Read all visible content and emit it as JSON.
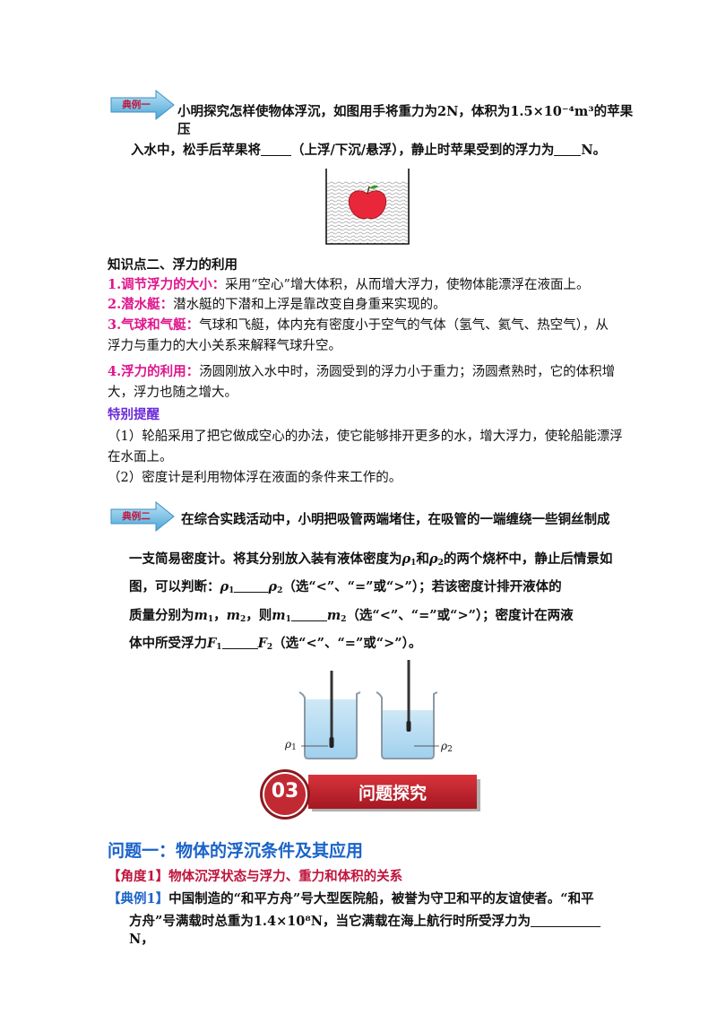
{
  "ex1": {
    "badge": "典例一",
    "line1": "小明探究怎样使物体浮沉，如图用手将重力为2N，体积为1.5×10⁻⁴m³的苹果压",
    "line2a": "入水中，松手后苹果将",
    "line2b": "（上浮/下沉/悬浮），静止时苹果受到的浮力为",
    "line2c": "N。"
  },
  "kp2": {
    "title": "知识点二、浮力的利用",
    "items": [
      {
        "key": "1.调节浮力的大小：",
        "text": "采用“空心”增大体积，从而增大浮力，使物体能漂浮在液面上。"
      },
      {
        "key": "2.潜水艇：",
        "text": "潜水艇的下潜和上浮是靠改变自身重来实现的。"
      },
      {
        "key": "3.气球和气艇：",
        "text": "气球和飞艇，体内充有密度小于空气的气体（氢气、氦气、热空气），从",
        "text2": "浮力与重力的大小关系来解释气球升空。"
      },
      {
        "key": "4.浮力的利用：",
        "text": "汤圆刚放入水中时，汤圆受到的浮力小于重力；汤圆煮熟时，它的体积增",
        "text2": "大，浮力也随之增大。"
      }
    ],
    "tip_title": "特别提醒",
    "tip1a": "（1）轮船采用了把它做成空心的办法，使它能够排开更多的水，增大浮力，使轮船能漂浮",
    "tip1b": "在水面上。",
    "tip2": "（2）密度计是利用物体浮在液面的条件来工作的。"
  },
  "ex2": {
    "badge": "典例二",
    "line1": "在综合实践活动中，小明把吸管两端堵住，在吸管的一端缠绕一些铜丝制成",
    "l2a": "一支简易密度计。将其分别放入装有液体密度为",
    "l2b": "和",
    "l2c": "的两个烧杯中，静止后情景如",
    "l3a": "图，可以判断：",
    "l3b": "（选“<”、“=”或“>”）；若该密度计排开液体的",
    "l4a": "质量分别为",
    "l4b": "，",
    "l4c": "，则",
    "l4d": "（选“<”、“=”或“>”）；密度计在两液",
    "l5a": "体中所受浮力",
    "l5b": "（选“<”、“=”或“>”）。",
    "rho": "ρ",
    "m": "m",
    "F": "F",
    "s1": "1",
    "s2": "2"
  },
  "section": {
    "number": "03",
    "title": "问题探究"
  },
  "q1": {
    "title": "问题一：物体的浮沉条件及其应用",
    "angle": "【角度1】物体沉浮状态与浮力、重力和体积的关系",
    "ex_tag": "【典例1】",
    "ex_l1": "中国制造的“和平方舟”号大型医院船，被誉为守卫和平的友谊使者。“和平",
    "ex_l2a": "方舟”号满载时总重为1.4×10⁸N，当它满载在海上航行时所受浮力为",
    "ex_l2b": "N，"
  }
}
